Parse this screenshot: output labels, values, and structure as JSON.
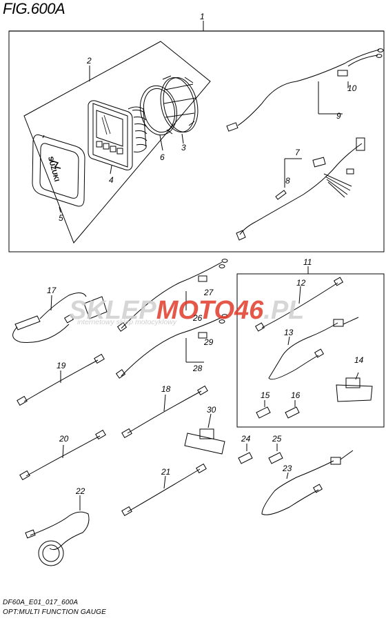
{
  "figure": {
    "title": "FIG.600A",
    "footer_code": "DF60A_E01_017_600A",
    "footer_caption": "OPT:MULTI FUNCTION GAUGE"
  },
  "watermark": {
    "brand_a": "SKLEP",
    "brand_b": "MOTO",
    "brand_c": "46",
    "brand_d": ".PL",
    "tagline": "internetowy sklep motocyklowy"
  },
  "logo_text": "SUZUKI",
  "part_refs": {
    "p1": "1",
    "p2": "2",
    "p3": "3",
    "p4": "4",
    "p5": "5",
    "p6": "6",
    "p7": "7",
    "p8": "8",
    "p9": "9",
    "p10": "10",
    "p11": "11",
    "p12": "12",
    "p13": "13",
    "p14": "14",
    "p15": "15",
    "p16": "16",
    "p17": "17",
    "p18": "18",
    "p19": "19",
    "p20": "20",
    "p21": "21",
    "p22": "22",
    "p23": "23",
    "p24": "24",
    "p25": "25",
    "p26": "26",
    "p27": "27",
    "p28": "28",
    "p29": "29",
    "p30": "30"
  },
  "colors": {
    "line": "#000000",
    "watermark_gray": "#c8c8c8",
    "watermark_red": "#e03a2a"
  }
}
